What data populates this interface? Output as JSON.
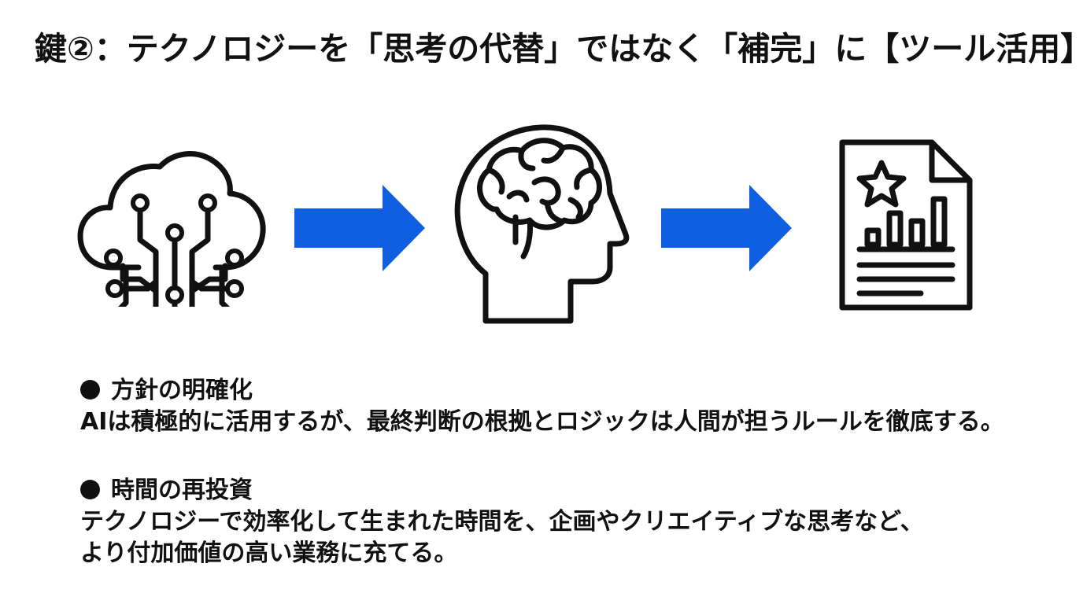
{
  "title": "鍵②：テクノロジーを「思考の代替」ではなく「補完」に【ツール活用】",
  "diagram": {
    "icons": [
      "ai-circuit-cloud-icon",
      "arrow-right-icon",
      "human-brain-head-icon",
      "arrow-right-icon",
      "report-chart-document-icon"
    ],
    "accent_color": "#0f5fe0",
    "stroke_color": "#111111"
  },
  "sections": [
    {
      "heading": "方針の明確化",
      "lines": [
        "AIは積極的に活用するが、最終判断の根拠とロジックは人間が担うルールを徹底する。"
      ]
    },
    {
      "heading": "時間の再投資",
      "lines": [
        "テクノロジーで効率化して生まれた時間を、企画やクリエイティブな思考など、",
        "より付加価値の高い業務に充てる。"
      ]
    }
  ]
}
